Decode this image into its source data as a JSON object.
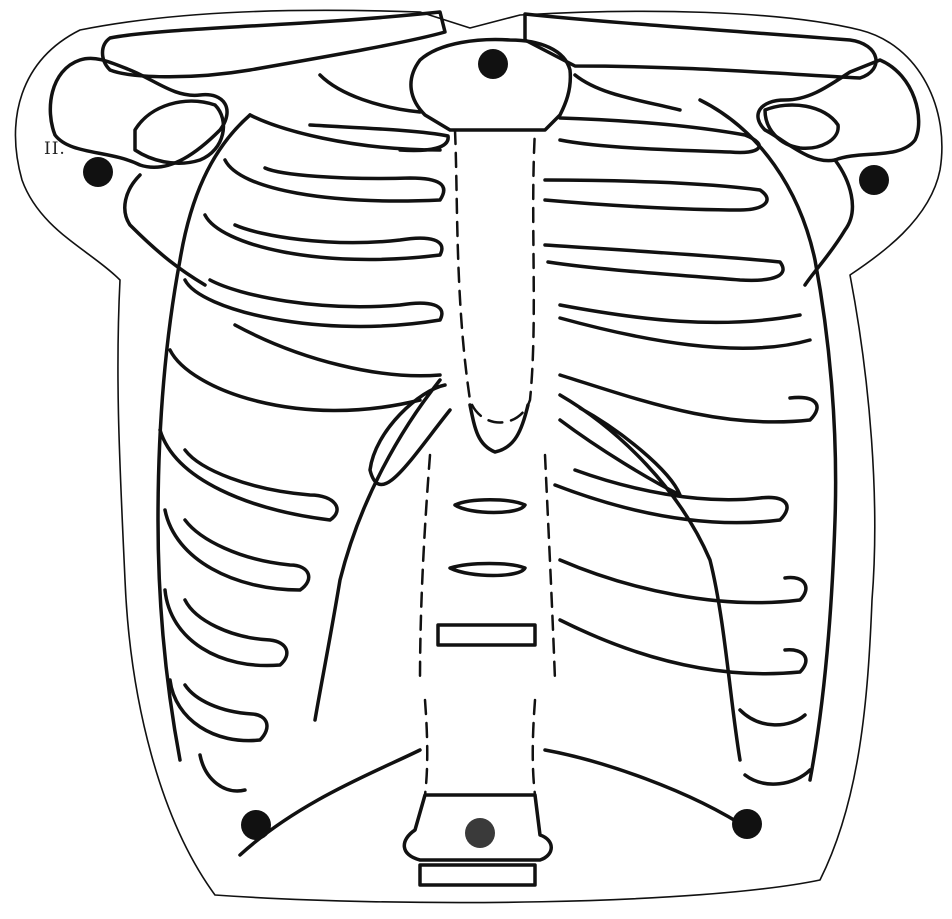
{
  "figure": {
    "corner_label": "II."
  },
  "colors": {
    "outline": "#111111",
    "marker": "#111111",
    "marker_bottom": "#3a3a3a",
    "background": "#ffffff"
  },
  "markers": {
    "count": 6,
    "names": [
      "sternal-notch",
      "right-shoulder",
      "left-shoulder",
      "right-lower-rib",
      "left-lower-rib",
      "lumbar-vertebra"
    ]
  }
}
